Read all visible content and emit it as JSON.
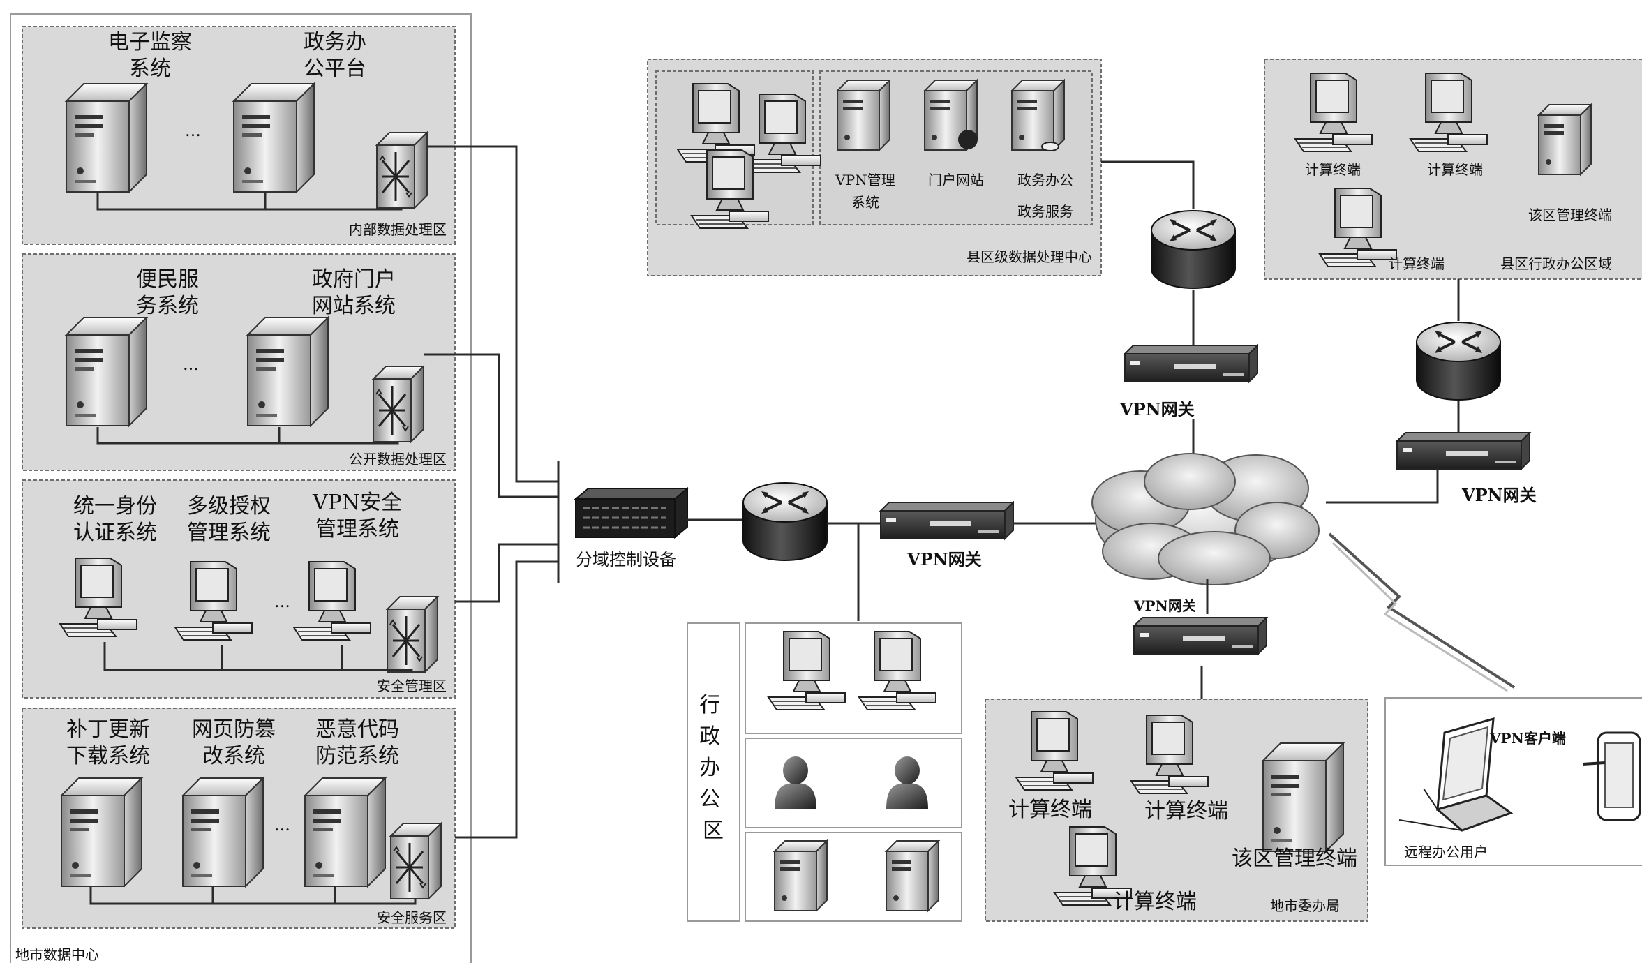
{
  "data_center": {
    "title": "地市数据中心",
    "zones": [
      {
        "name": "内部数据处理区",
        "systems": [
          "电子监察\n系统",
          "政务办\n公平台"
        ]
      },
      {
        "name": "公开数据处理区",
        "systems": [
          "便民服\n务系统",
          "政府门户\n网站系统"
        ]
      },
      {
        "name": "安全管理区",
        "systems": [
          "统一身份\n认证系统",
          "多级授权\n管理系统",
          "VPN安全\n管理系统"
        ]
      },
      {
        "name": "安全服务区",
        "systems": [
          "补丁更新\n下载系统",
          "网页防篡\n改系统",
          "恶意代码\n防范系统"
        ]
      }
    ],
    "ellipsis": "..."
  },
  "domain_control": "分域控制设备",
  "county_center": {
    "title": "县区级数据处理中心",
    "servers": [
      "VPN管理\n系统",
      "门户网站",
      "政务办公\n政务服务"
    ]
  },
  "county_office": {
    "title": "县区行政办公区域",
    "terminals": [
      "计算终端",
      "计算终端",
      "计算终端"
    ],
    "manager": "该区管理终端"
  },
  "admin_office": {
    "title": "行\n政\n办\n公\n区"
  },
  "city_bureau": {
    "title": "地市委办局",
    "terminals": [
      "计算终端",
      "计算终端",
      "计算终端"
    ],
    "manager": "该区管理终端"
  },
  "remote": {
    "user": "远程办公用户",
    "client": "VPN客户端"
  },
  "vpn_gateways": [
    "VPN网关",
    "VPN网关",
    "VPN网关",
    "VPN网关"
  ]
}
